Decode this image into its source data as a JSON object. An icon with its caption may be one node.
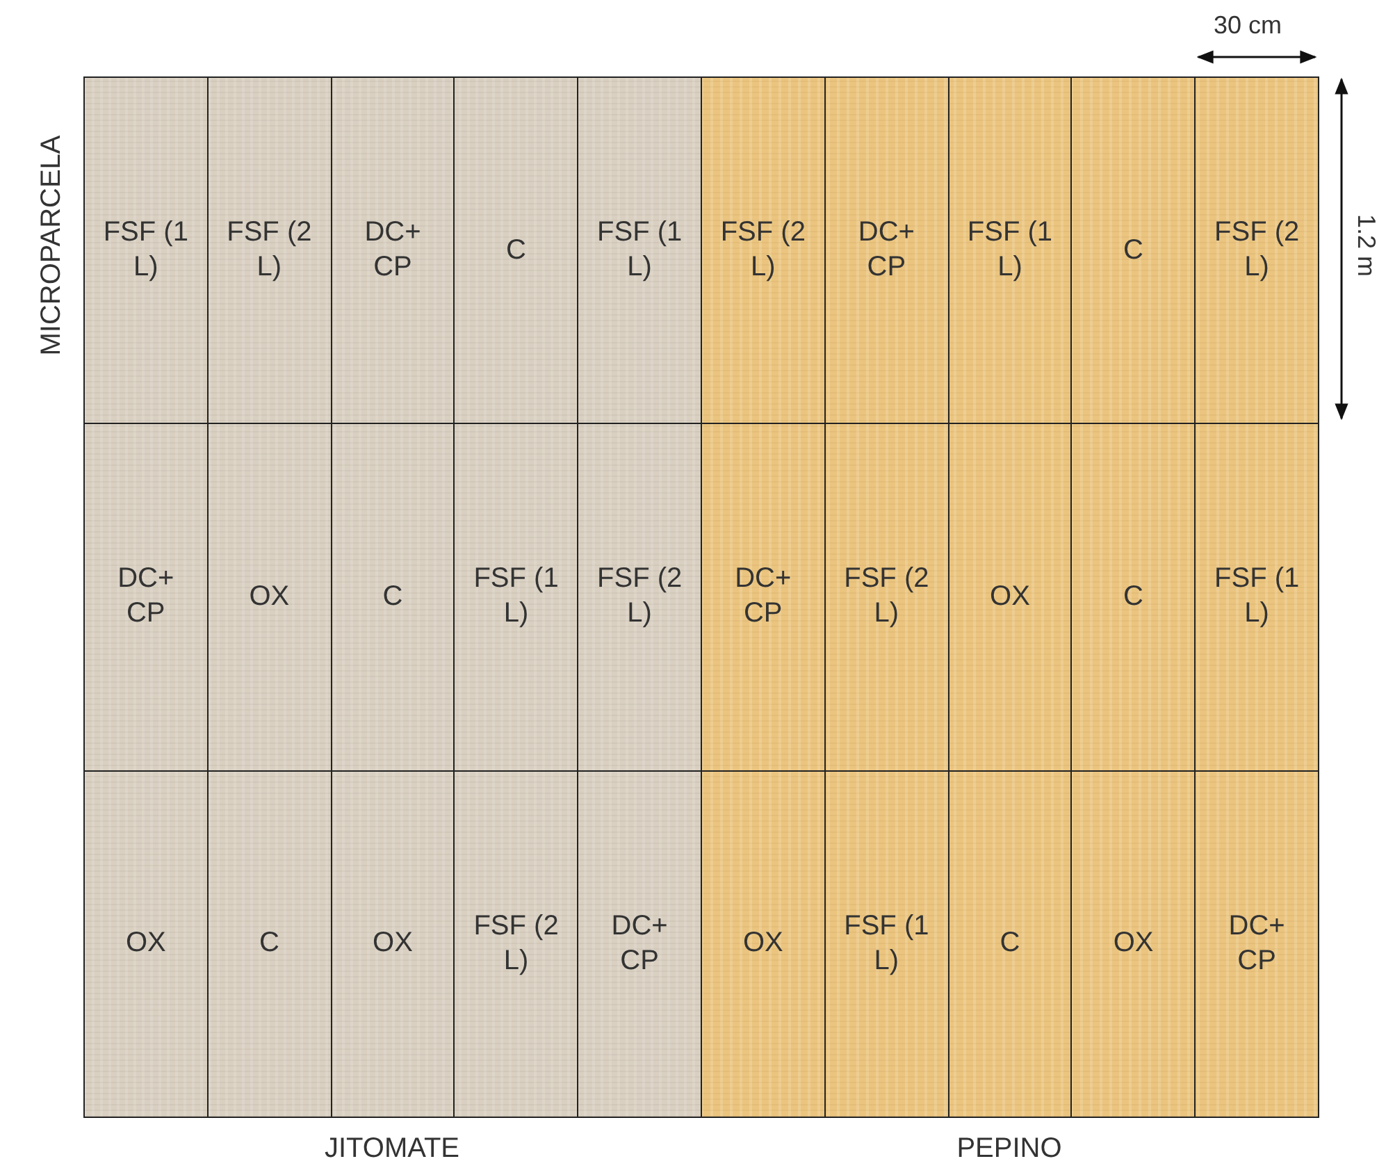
{
  "diagram": {
    "nodes": [
      {
        "text": [
          "JITOMATE"
        ]
      },
      {
        "text": [
          "PEPINO"
        ]
      },
      {
        "text": [
          "FSF (1 L)"
        ],
        "in": 0
      },
      {
        "text": [
          "FSF (2 L)"
        ],
        "in": 0
      },
      {
        "text": [
          "DC+ CP"
        ],
        "in": 0
      },
      {
        "text": [
          "C"
        ],
        "in": 0
      },
      {
        "text": [
          "FSF (1 L)"
        ],
        "in": 0
      },
      {
        "text": [
          "FSF (2 L)"
        ],
        "in": 1
      },
      {
        "text": [
          "DC+ CP"
        ],
        "in": 1
      },
      {
        "text": [
          "FSF (1 L)"
        ],
        "in": 1
      },
      {
        "text": [
          "C"
        ],
        "in": 1
      },
      {
        "text": [
          "FSF (2 L)"
        ],
        "in": 1
      },
      {
        "text": [
          "DC+ CP"
        ],
        "in": 0
      },
      {
        "text": [
          "OX"
        ],
        "in": 0
      },
      {
        "text": [
          "C"
        ],
        "in": 0
      },
      {
        "text": [
          "FSF (1 L)"
        ],
        "in": 0
      },
      {
        "text": [
          "FSF (2 L)"
        ],
        "in": 0
      },
      {
        "text": [
          "DC+ CP"
        ],
        "in": 1
      },
      {
        "text": [
          "FSF (2 L)"
        ],
        "in": 1
      },
      {
        "text": [
          "OX"
        ],
        "in": 1
      },
      {
        "text": [
          "C"
        ],
        "in": 1
      },
      {
        "text": [
          "FSF (1 L)"
        ],
        "in": 1
      },
      {
        "text": [
          "OX"
        ],
        "in": 0
      },
      {
        "text": [
          "C"
        ],
        "in": 0
      },
      {
        "text": [
          "OX"
        ],
        "in": 0
      },
      {
        "text": [
          "FSF (2 L)"
        ],
        "in": 0
      },
      {
        "text": [
          "DC+ CP"
        ],
        "in": 0
      },
      {
        "text": [
          "OX"
        ],
        "in": 1
      },
      {
        "text": [
          "FSF (1 L)"
        ],
        "in": 1
      },
      {
        "text": [
          "C"
        ],
        "in": 1
      },
      {
        "text": [
          "OX"
        ],
        "in": 1
      },
      {
        "text": [
          "DC+ CP"
        ],
        "in": 1
      }
    ],
    "edges": [],
    "labels": [
      "30 cm",
      "MICROPARCELA",
      "1.2 m"
    ]
  }
}
